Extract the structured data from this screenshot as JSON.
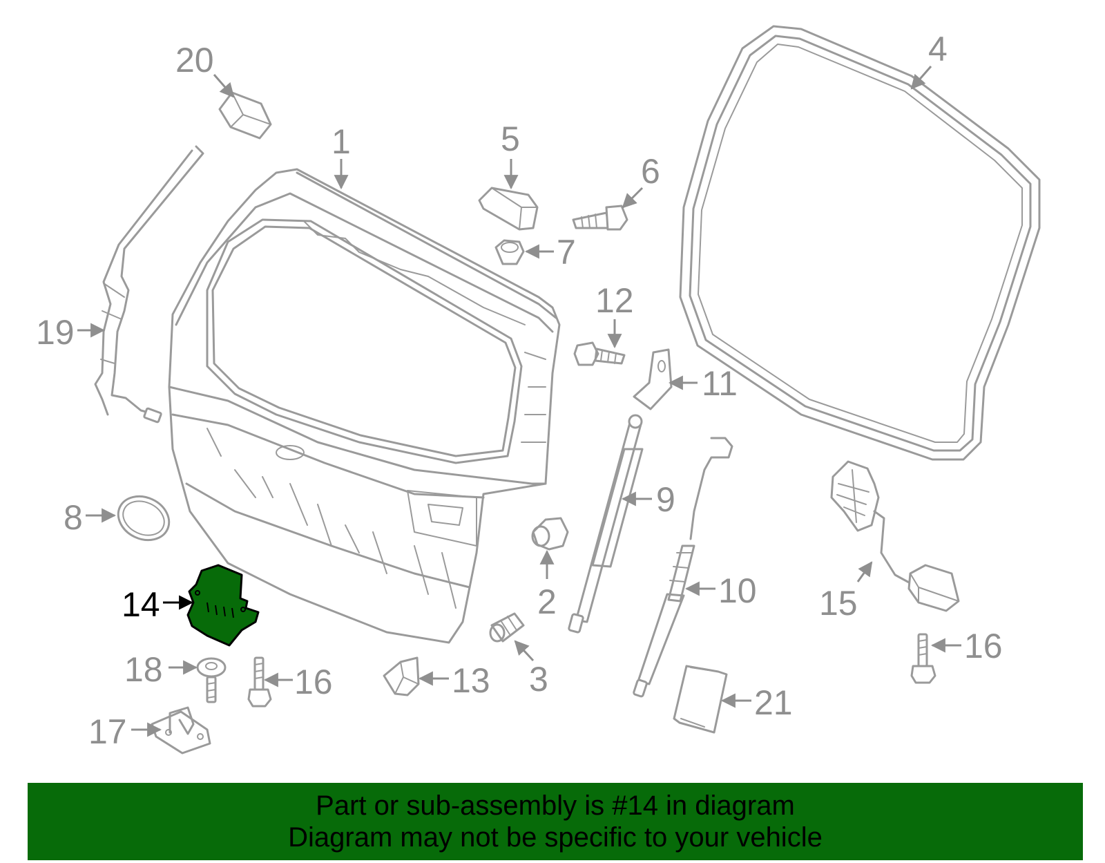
{
  "labels": {
    "p1": "1",
    "p2": "2",
    "p3": "3",
    "p4": "4",
    "p5": "5",
    "p6": "6",
    "p7": "7",
    "p8": "8",
    "p9": "9",
    "p10": "10",
    "p11": "11",
    "p12": "12",
    "p13": "13",
    "p14": "14",
    "p15": "15",
    "p16a": "16",
    "p16b": "16",
    "p17": "17",
    "p18": "18",
    "p19": "19",
    "p20": "20",
    "p21": "21"
  },
  "highlight": {
    "part": "14",
    "color": "#076b09"
  },
  "banner": {
    "line1": "Part or sub-assembly is #14 in diagram",
    "line2": "Diagram may not be specific to your vehicle",
    "color": "#076b09"
  }
}
